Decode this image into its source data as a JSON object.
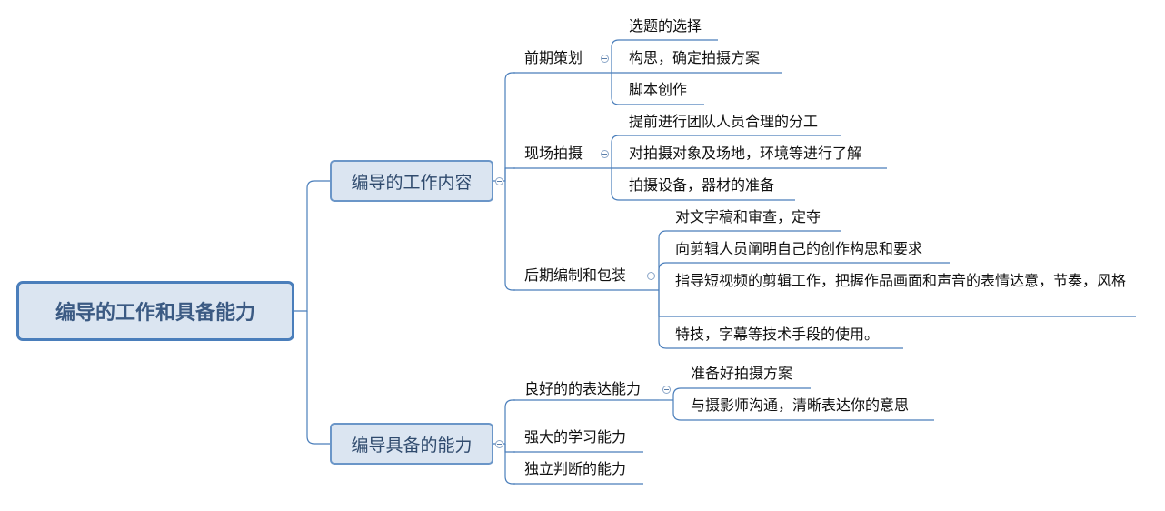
{
  "root": {
    "label": "编导的工作和具备能力"
  },
  "branches": [
    {
      "label": "编导的工作内容",
      "children": [
        {
          "label": "前期策划",
          "children": [
            "选题的选择",
            "构思，确定拍摄方案",
            "脚本创作"
          ]
        },
        {
          "label": "现场拍摄",
          "children": [
            "提前进行团队人员合理的分工",
            "对拍摄对象及场地，环境等进行了解",
            "拍摄设备，器材的准备"
          ]
        },
        {
          "label": "后期编制和包装",
          "children": [
            "对文字稿和审查，定夺",
            "向剪辑人员阐明自己的创作构思和要求",
            "指导短视频的剪辑工作，把握作品画面和声音的表情达意，节奏，风格",
            "特技，字幕等技术手段的使用。"
          ]
        }
      ]
    },
    {
      "label": "编导具备的能力",
      "children": [
        {
          "label": "良好的的表达能力",
          "children": [
            "准备好拍摄方案",
            "与摄影师沟通，清晰表达你的意思"
          ]
        },
        {
          "label": "强大的学习能力",
          "children": []
        },
        {
          "label": "独立判断的能力",
          "children": []
        }
      ]
    }
  ],
  "colors": {
    "line": "#4a7ebb",
    "root_fill": "#dbe5f1",
    "root_text": "#3b5a83"
  }
}
